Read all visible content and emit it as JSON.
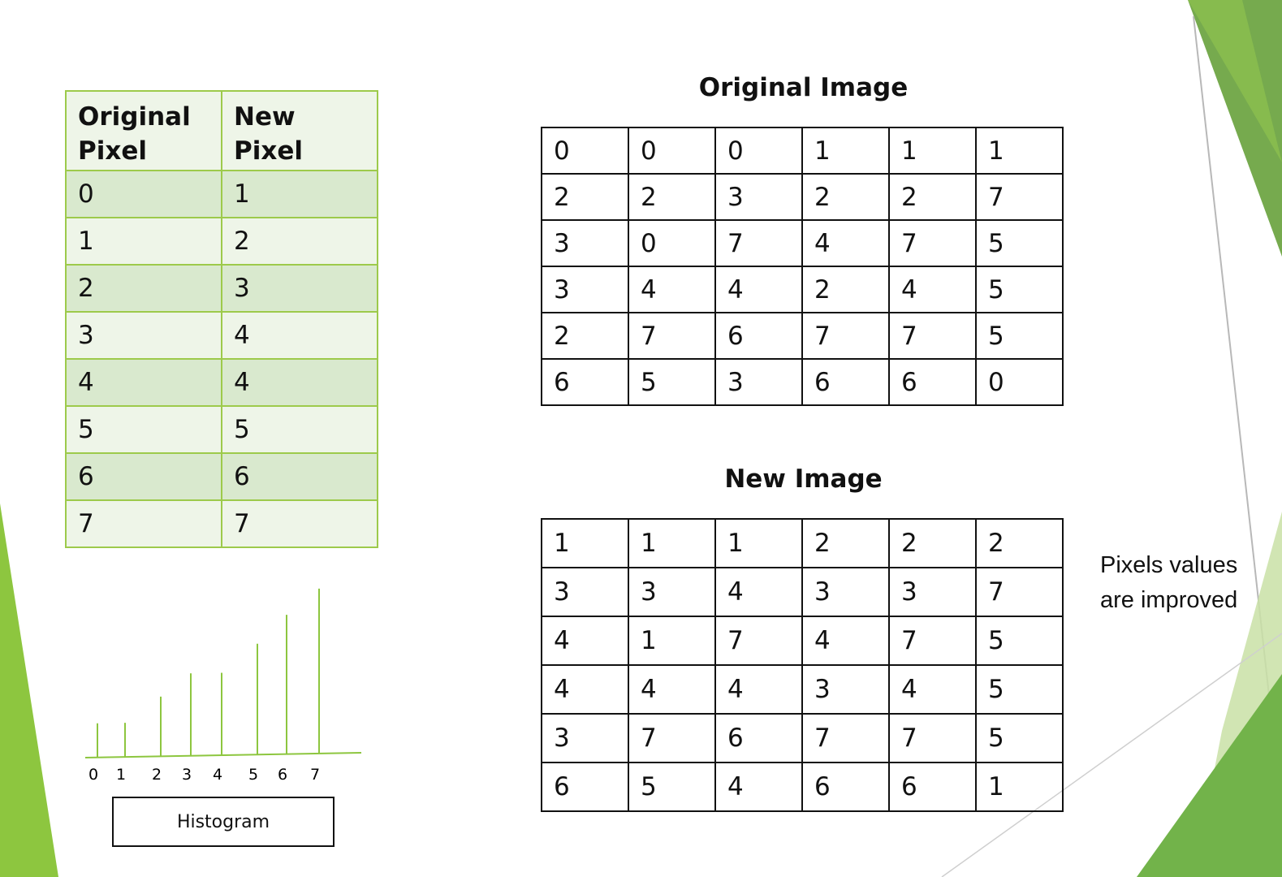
{
  "mapping_table": {
    "headers": [
      "Original Pixel",
      "New Pixel"
    ],
    "rows": [
      [
        "0",
        "1"
      ],
      [
        "1",
        "2"
      ],
      [
        "2",
        "3"
      ],
      [
        "3",
        "4"
      ],
      [
        "4",
        "4"
      ],
      [
        "5",
        "5"
      ],
      [
        "6",
        "6"
      ],
      [
        "7",
        "7"
      ]
    ]
  },
  "original_image": {
    "title": "Original Image",
    "rows": [
      [
        "0",
        "0",
        "0",
        "1",
        "1",
        "1"
      ],
      [
        "2",
        "2",
        "3",
        "2",
        "2",
        "7"
      ],
      [
        "3",
        "0",
        "7",
        "4",
        "7",
        "5"
      ],
      [
        "3",
        "4",
        "4",
        "2",
        "4",
        "5"
      ],
      [
        "2",
        "7",
        "6",
        "7",
        "7",
        "5"
      ],
      [
        "6",
        "5",
        "3",
        "6",
        "6",
        "0"
      ]
    ]
  },
  "new_image": {
    "title": "New Image",
    "rows": [
      [
        "1",
        "1",
        "1",
        "2",
        "2",
        "2"
      ],
      [
        "3",
        "3",
        "4",
        "3",
        "3",
        "7"
      ],
      [
        "4",
        "1",
        "7",
        "4",
        "7",
        "5"
      ],
      [
        "4",
        "4",
        "4",
        "3",
        "4",
        "5"
      ],
      [
        "3",
        "7",
        "6",
        "7",
        "7",
        "5"
      ],
      [
        "6",
        "5",
        "4",
        "6",
        "6",
        "1"
      ]
    ]
  },
  "note": "Pixels values are improved",
  "histogram": {
    "label": "Histogram",
    "color": "#8dc63f",
    "categories": [
      "0",
      "1",
      "2",
      "3",
      "4",
      "5",
      "6",
      "7"
    ],
    "values": [
      1.2,
      1.2,
      2.1,
      2.9,
      2.9,
      3.9,
      4.9,
      5.8
    ]
  },
  "colors": {
    "accent_green": "#8dc63f",
    "table_border": "#9dca4b",
    "row_dark": "#d9e9ce",
    "row_light": "#eef5e8"
  }
}
